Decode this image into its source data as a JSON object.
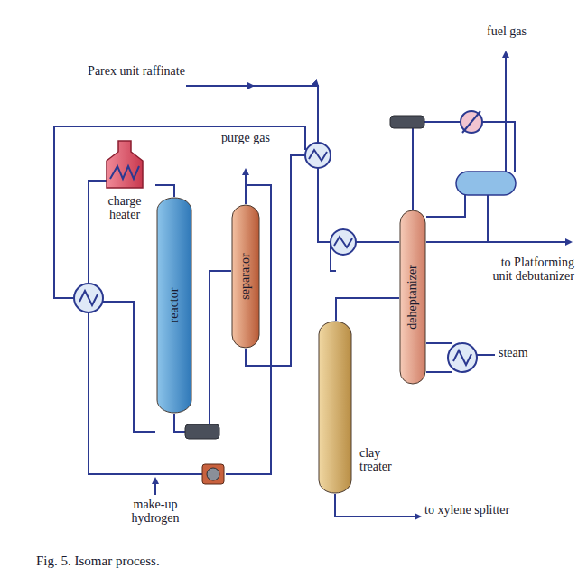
{
  "diagram": {
    "caption": "Fig. 5. Isomar process.",
    "nodes": [
      {
        "text": [
          "charge heater"
        ]
      },
      {
        "text": [
          "reactor"
        ]
      },
      {
        "text": [
          "separator"
        ]
      },
      {
        "text": [
          "deheptanizer"
        ]
      },
      {
        "text": [
          "clay treater"
        ]
      }
    ],
    "edges": [
      {
        "from": 0,
        "to": 1,
        "arrow": "none"
      },
      {
        "from": 1,
        "to": 2,
        "arrow": "none"
      },
      {
        "from": 2,
        "to": 3,
        "arrow": "none"
      },
      {
        "from": 3,
        "to": 4,
        "arrow": "none"
      }
    ],
    "labels": [
      "Parex unit raffinate",
      "purge gas",
      "fuel gas",
      "to Platforming unit debutanizer",
      "steam",
      "make-up hydrogen",
      "to xylene splitter"
    ]
  }
}
